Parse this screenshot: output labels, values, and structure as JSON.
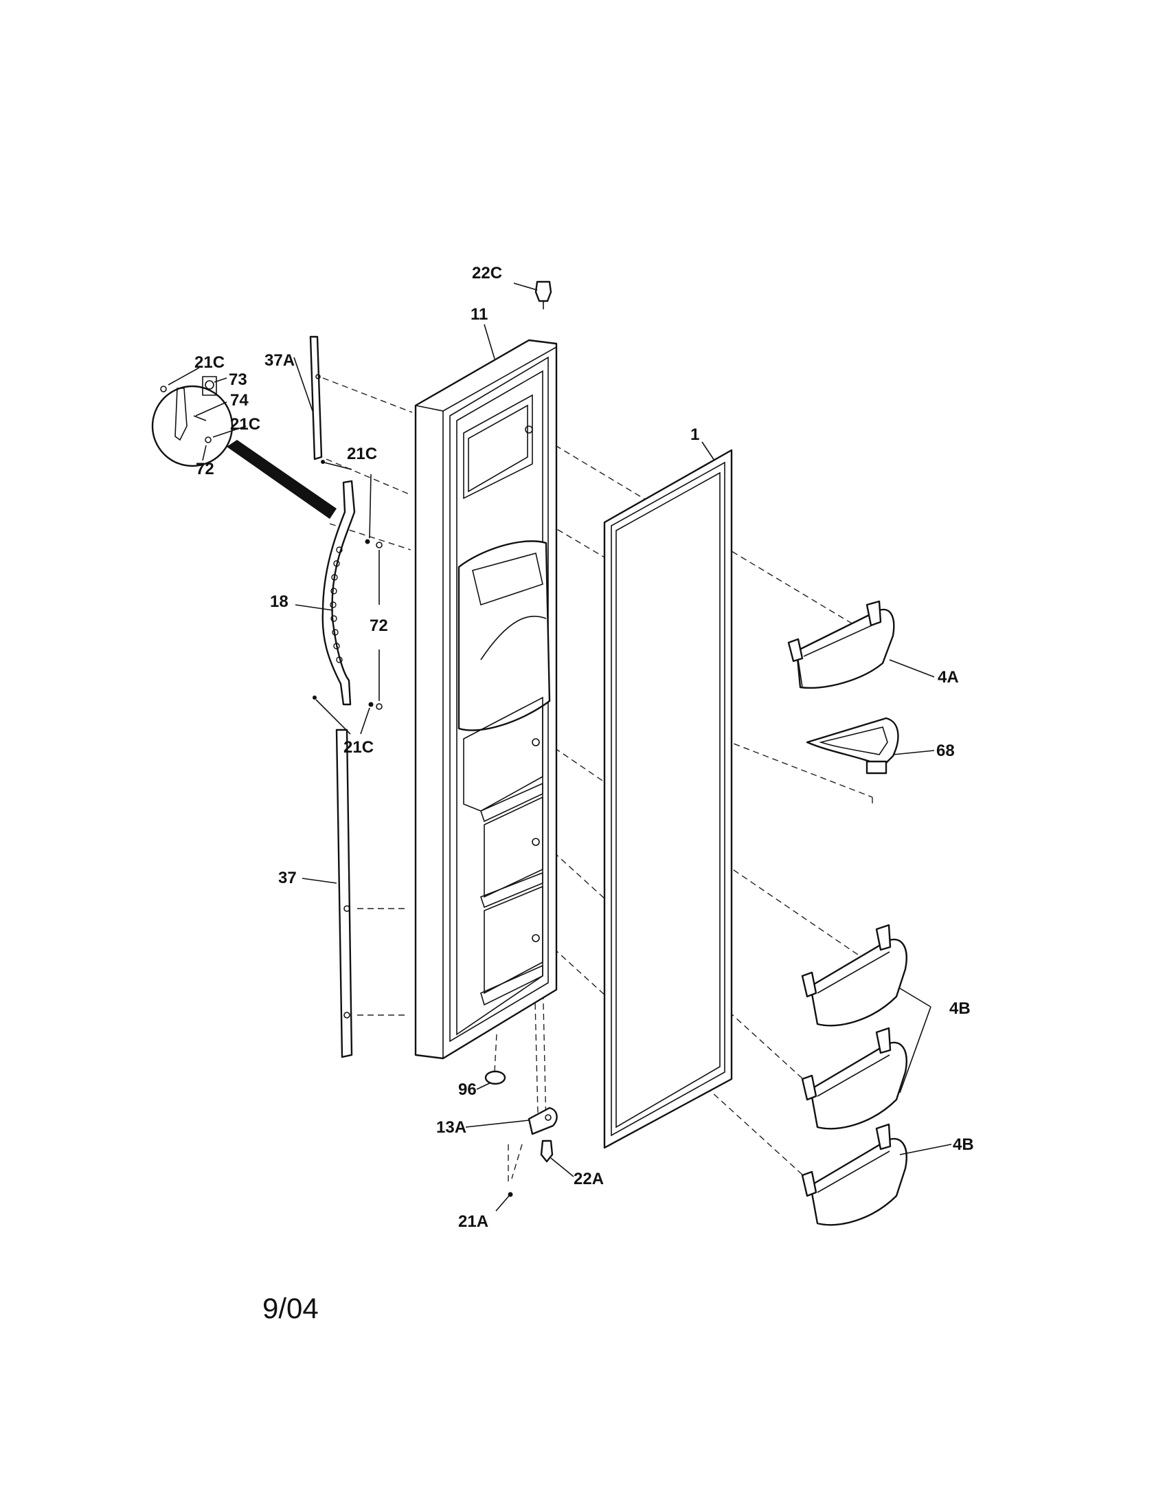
{
  "labels": {
    "l22C": "22C",
    "l11": "11",
    "l21C_a": "21C",
    "l73": "73",
    "l37A": "37A",
    "l74": "74",
    "l21C_b": "21C",
    "l72_a": "72",
    "l21C_c": "21C",
    "l1": "1",
    "l18": "18",
    "l72_b": "72",
    "l4A": "4A",
    "l68": "68",
    "l21C_d": "21C",
    "l37": "37",
    "l4B_a": "4B",
    "l96": "96",
    "l13A": "13A",
    "l4B_b": "4B",
    "l22A": "22A",
    "l21A": "21A"
  },
  "footer": {
    "date": "9/04"
  }
}
